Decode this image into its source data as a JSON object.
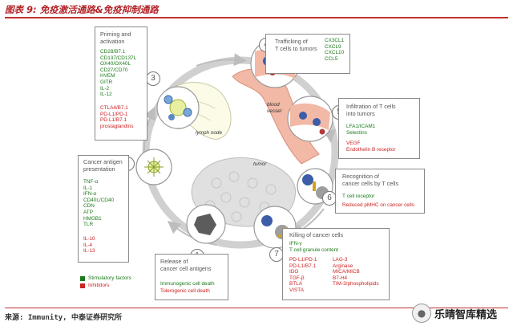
{
  "title": "图表 9:  免疫激活通路&免疫抑制通路",
  "source": "来源: Immunity, 中泰证券研究所",
  "watermark": "乐晴智库精选",
  "colors": {
    "stimulatory": "#1a7a1a",
    "inhibitory": "#cc2222",
    "accent": "#b32428"
  },
  "labels": {
    "lymph_node": "lymph node",
    "blood_vessel": "blood\nvessel",
    "tumor": "tumor"
  },
  "legend": {
    "stimulatory": "Stimulatory factors",
    "inhibitors": "Inhibitors"
  },
  "steps": [
    {
      "number": "1",
      "title": "Release of\ncancer cell antigens",
      "green": [
        "Immunogenic cell death"
      ],
      "red": [
        "Tolerogenic cell death"
      ]
    },
    {
      "number": "2",
      "title": "Cancer antigen\npresentation",
      "green": [
        "TNF-α",
        "IL-1",
        "IFN-α",
        "CD40L/CD40",
        "CDN",
        "ATP",
        "HMGB1",
        "TLR"
      ],
      "red": [
        "IL-10",
        "IL-4",
        "IL-13"
      ]
    },
    {
      "number": "3",
      "title": "Priming and\nactivation",
      "green": [
        "CD28/B7.1",
        "CD137/CD137L",
        "OX40/OX40L",
        "CD27/CD70",
        "HVEM",
        "GITR",
        "IL-2",
        "IL-12"
      ],
      "red": [
        "CTLA4/B7.1",
        "PD-L1/PD-1",
        "PD-L1/B7.1",
        "prostaglandins"
      ]
    },
    {
      "number": "4",
      "title": "Trafficking of\nT cells to tumors",
      "green": [
        "CX3CL1",
        "CXCL9",
        "CXCL10",
        "CCL5"
      ],
      "red": []
    },
    {
      "number": "5",
      "title": "Infiltration of T cells\ninto tumors",
      "green": [
        "LFA1/ICAM1",
        "Selectins"
      ],
      "red": [
        "VEGF",
        "Endothelin B receptor"
      ]
    },
    {
      "number": "6",
      "title": "Recognition of\ncancer cells by T cells",
      "green": [
        "T cell receptor"
      ],
      "red": [
        "Reduced pMHC on cancer cells"
      ]
    },
    {
      "number": "7",
      "title": "Killing of cancer cells",
      "green": [
        "IFN-γ",
        "T cell granule content"
      ],
      "red": [
        "PD-L1/PD-1",
        "PD-L1/B7.1",
        "IDO",
        "TGF-β",
        "BTLA",
        "VISTA",
        "LAG-3",
        "Arginase",
        "MICA/MICB",
        "B7-H4",
        "TIM-3/phospholipids"
      ]
    }
  ]
}
